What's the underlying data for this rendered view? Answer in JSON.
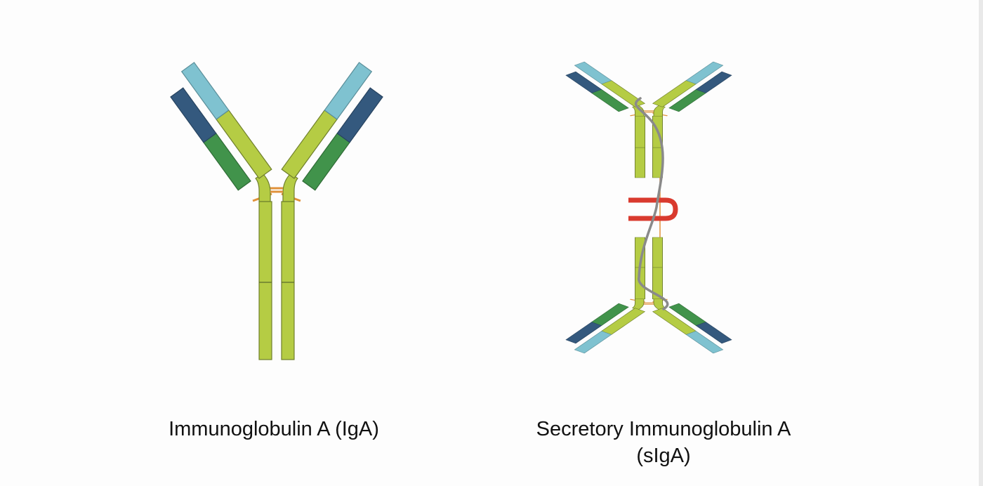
{
  "captions": {
    "iga": "Immunoglobulin A (IgA)",
    "siga_line1": "Secretory Immunoglobulin A",
    "siga_line2": "(sIgA)"
  },
  "colors": {
    "heavy_constant": "#b5cc44",
    "heavy_variable": "#7fc2d0",
    "light_variable": "#34597e",
    "light_constant": "#41934b",
    "disulfide_bond": "#e0913a",
    "j_chain": "#d93a2e",
    "secretory_component": "#8a8a8a",
    "outline": "#5a6b2a"
  },
  "icons": {
    "iga": "antibody-monomer-icon",
    "siga": "antibody-dimer-icon"
  }
}
